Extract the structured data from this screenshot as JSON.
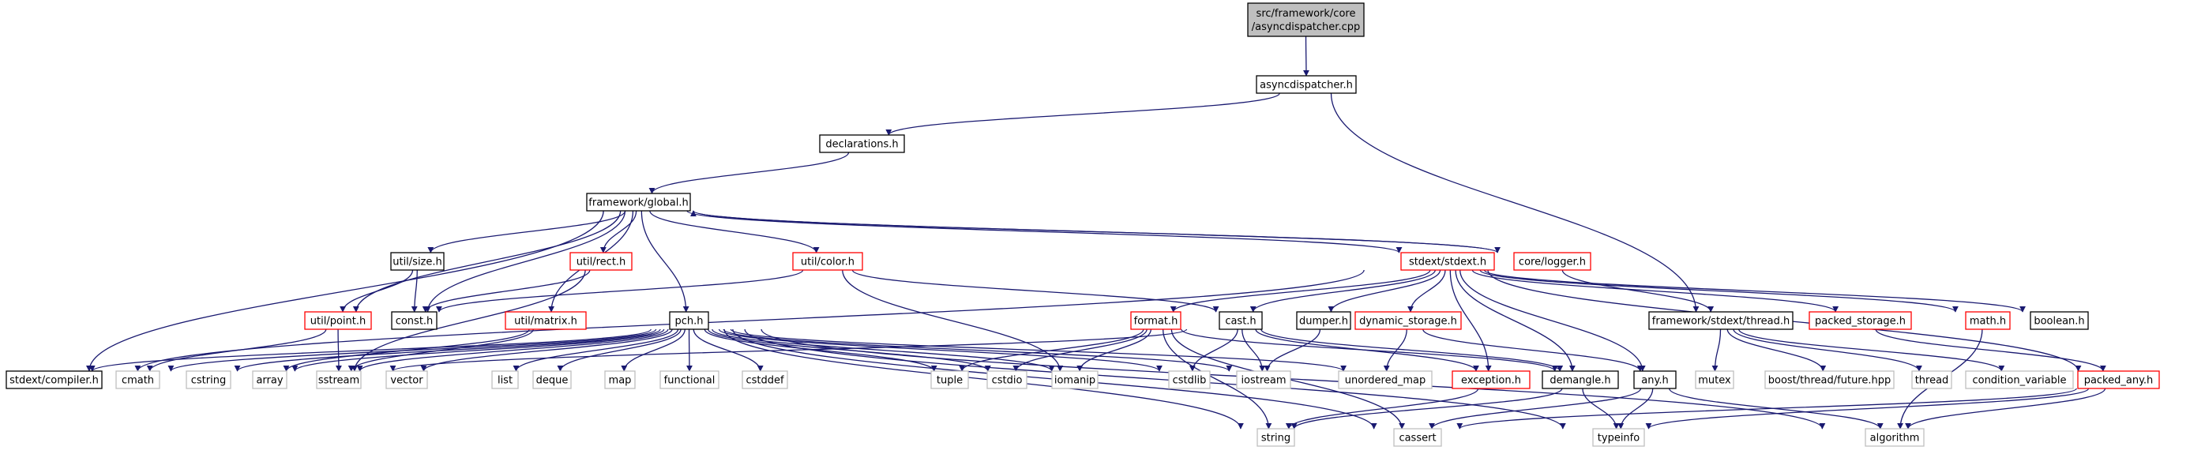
{
  "graph": {
    "nodes": [
      {
        "id": "src",
        "label": [
          "src/framework/core",
          "/asyncdispatcher.cpp"
        ],
        "style": "root"
      },
      {
        "id": "asyncdispatcher",
        "label": [
          "asyncdispatcher.h"
        ],
        "style": "black"
      },
      {
        "id": "declarations",
        "label": [
          "declarations.h"
        ],
        "style": "black"
      },
      {
        "id": "global",
        "label": [
          "framework/global.h"
        ],
        "style": "black"
      },
      {
        "id": "size",
        "label": [
          "util/size.h"
        ],
        "style": "black"
      },
      {
        "id": "rect",
        "label": [
          "util/rect.h"
        ],
        "style": "red"
      },
      {
        "id": "color",
        "label": [
          "util/color.h"
        ],
        "style": "red"
      },
      {
        "id": "stdext",
        "label": [
          "stdext/stdext.h"
        ],
        "style": "red"
      },
      {
        "id": "logger",
        "label": [
          "core/logger.h"
        ],
        "style": "red"
      },
      {
        "id": "point",
        "label": [
          "util/point.h"
        ],
        "style": "red"
      },
      {
        "id": "const",
        "label": [
          "const.h"
        ],
        "style": "black"
      },
      {
        "id": "matrix",
        "label": [
          "util/matrix.h"
        ],
        "style": "red"
      },
      {
        "id": "pch",
        "label": [
          "pch.h"
        ],
        "style": "black"
      },
      {
        "id": "format",
        "label": [
          "format.h"
        ],
        "style": "red"
      },
      {
        "id": "cast",
        "label": [
          "cast.h"
        ],
        "style": "black"
      },
      {
        "id": "dumper",
        "label": [
          "dumper.h"
        ],
        "style": "black"
      },
      {
        "id": "dynamic_storage",
        "label": [
          "dynamic_storage.h"
        ],
        "style": "red"
      },
      {
        "id": "thread_h",
        "label": [
          "framework/stdext/thread.h"
        ],
        "style": "black"
      },
      {
        "id": "packed_storage",
        "label": [
          "packed_storage.h"
        ],
        "style": "red"
      },
      {
        "id": "math",
        "label": [
          "math.h"
        ],
        "style": "red"
      },
      {
        "id": "boolean",
        "label": [
          "boolean.h"
        ],
        "style": "black"
      },
      {
        "id": "compiler",
        "label": [
          "stdext/compiler.h"
        ],
        "style": "black"
      },
      {
        "id": "cmath",
        "label": [
          "cmath"
        ],
        "style": "gray"
      },
      {
        "id": "cstring",
        "label": [
          "cstring"
        ],
        "style": "gray"
      },
      {
        "id": "array",
        "label": [
          "array"
        ],
        "style": "gray"
      },
      {
        "id": "sstream",
        "label": [
          "sstream"
        ],
        "style": "gray"
      },
      {
        "id": "vector",
        "label": [
          "vector"
        ],
        "style": "gray"
      },
      {
        "id": "list",
        "label": [
          "list"
        ],
        "style": "gray"
      },
      {
        "id": "deque",
        "label": [
          "deque"
        ],
        "style": "gray"
      },
      {
        "id": "map",
        "label": [
          "map"
        ],
        "style": "gray"
      },
      {
        "id": "functional",
        "label": [
          "functional"
        ],
        "style": "gray"
      },
      {
        "id": "cstddef",
        "label": [
          "cstddef"
        ],
        "style": "gray"
      },
      {
        "id": "tuple",
        "label": [
          "tuple"
        ],
        "style": "gray"
      },
      {
        "id": "cstdio",
        "label": [
          "cstdio"
        ],
        "style": "gray"
      },
      {
        "id": "iomanip",
        "label": [
          "iomanip"
        ],
        "style": "gray"
      },
      {
        "id": "cstdlib",
        "label": [
          "cstdlib"
        ],
        "style": "gray"
      },
      {
        "id": "iostream",
        "label": [
          "iostream"
        ],
        "style": "gray"
      },
      {
        "id": "unordered_map",
        "label": [
          "unordered_map"
        ],
        "style": "gray"
      },
      {
        "id": "exception",
        "label": [
          "exception.h"
        ],
        "style": "red"
      },
      {
        "id": "demangle",
        "label": [
          "demangle.h"
        ],
        "style": "black"
      },
      {
        "id": "any",
        "label": [
          "any.h"
        ],
        "style": "black"
      },
      {
        "id": "mutex",
        "label": [
          "mutex"
        ],
        "style": "gray"
      },
      {
        "id": "future",
        "label": [
          "boost/thread/future.hpp"
        ],
        "style": "gray"
      },
      {
        "id": "thread",
        "label": [
          "thread"
        ],
        "style": "gray"
      },
      {
        "id": "condvar",
        "label": [
          "condition_variable"
        ],
        "style": "gray"
      },
      {
        "id": "packed_any",
        "label": [
          "packed_any.h"
        ],
        "style": "red"
      },
      {
        "id": "string",
        "label": [
          "string"
        ],
        "style": "gray"
      },
      {
        "id": "cassert",
        "label": [
          "cassert"
        ],
        "style": "gray"
      },
      {
        "id": "typeinfo",
        "label": [
          "typeinfo"
        ],
        "style": "gray"
      },
      {
        "id": "algorithm",
        "label": [
          "algorithm"
        ],
        "style": "gray"
      }
    ],
    "edges": [
      [
        "src",
        "asyncdispatcher"
      ],
      [
        "asyncdispatcher",
        "declarations"
      ],
      [
        "asyncdispatcher",
        "thread_h"
      ],
      [
        "declarations",
        "global"
      ],
      [
        "global",
        "size"
      ],
      [
        "global",
        "rect"
      ],
      [
        "global",
        "color"
      ],
      [
        "global",
        "stdext"
      ],
      [
        "global",
        "logger"
      ],
      [
        "global",
        "point"
      ],
      [
        "global",
        "const"
      ],
      [
        "global",
        "matrix"
      ],
      [
        "global",
        "pch"
      ],
      [
        "global",
        "compiler"
      ],
      [
        "logger",
        "global"
      ],
      [
        "logger",
        "thread_h"
      ],
      [
        "size",
        "point"
      ],
      [
        "size",
        "const"
      ],
      [
        "rect",
        "const"
      ],
      [
        "rect",
        "sstream"
      ],
      [
        "color",
        "const"
      ],
      [
        "color",
        "cast"
      ],
      [
        "color",
        "iomanip"
      ],
      [
        "point",
        "sstream"
      ],
      [
        "point",
        "cmath"
      ],
      [
        "matrix",
        "array"
      ],
      [
        "matrix",
        "sstream"
      ],
      [
        "stdext",
        "compiler"
      ],
      [
        "stdext",
        "format"
      ],
      [
        "stdext",
        "cast"
      ],
      [
        "stdext",
        "dumper"
      ],
      [
        "stdext",
        "dynamic_storage"
      ],
      [
        "stdext",
        "exception"
      ],
      [
        "stdext",
        "demangle"
      ],
      [
        "stdext",
        "any"
      ],
      [
        "stdext",
        "packed_storage"
      ],
      [
        "stdext",
        "math"
      ],
      [
        "stdext",
        "boolean"
      ],
      [
        "stdext",
        "packed_any"
      ],
      [
        "pch",
        "compiler"
      ],
      [
        "pch",
        "cmath"
      ],
      [
        "pch",
        "cstring"
      ],
      [
        "pch",
        "array"
      ],
      [
        "pch",
        "sstream"
      ],
      [
        "pch",
        "vector"
      ],
      [
        "pch",
        "list"
      ],
      [
        "pch",
        "deque"
      ],
      [
        "pch",
        "map"
      ],
      [
        "pch",
        "functional"
      ],
      [
        "pch",
        "cstddef"
      ],
      [
        "pch",
        "tuple"
      ],
      [
        "pch",
        "cstdio"
      ],
      [
        "pch",
        "iomanip"
      ],
      [
        "pch",
        "cstdlib"
      ],
      [
        "pch",
        "iostream"
      ],
      [
        "pch",
        "unordered_map"
      ],
      [
        "pch",
        "string"
      ],
      [
        "pch",
        "cassert"
      ],
      [
        "pch",
        "typeinfo"
      ],
      [
        "pch",
        "algorithm"
      ],
      [
        "format",
        "tuple"
      ],
      [
        "format",
        "cstdio"
      ],
      [
        "format",
        "iomanip"
      ],
      [
        "format",
        "string"
      ],
      [
        "format",
        "cassert"
      ],
      [
        "format",
        "demangle"
      ],
      [
        "cast",
        "cstdlib"
      ],
      [
        "cast",
        "iostream"
      ],
      [
        "cast",
        "exception"
      ],
      [
        "cast",
        "demangle"
      ],
      [
        "cast",
        "sstream"
      ],
      [
        "dumper",
        "iostream"
      ],
      [
        "dynamic_storage",
        "unordered_map"
      ],
      [
        "dynamic_storage",
        "any"
      ],
      [
        "exception",
        "string"
      ],
      [
        "demangle",
        "string"
      ],
      [
        "demangle",
        "typeinfo"
      ],
      [
        "any",
        "cassert"
      ],
      [
        "any",
        "typeinfo"
      ],
      [
        "any",
        "algorithm"
      ],
      [
        "thread_h",
        "mutex"
      ],
      [
        "thread_h",
        "future"
      ],
      [
        "thread_h",
        "thread"
      ],
      [
        "thread_h",
        "condvar"
      ],
      [
        "packed_storage",
        "packed_any"
      ],
      [
        "packed_any",
        "cassert"
      ],
      [
        "packed_any",
        "typeinfo"
      ],
      [
        "packed_any",
        "algorithm"
      ],
      [
        "math",
        "algorithm"
      ]
    ]
  }
}
